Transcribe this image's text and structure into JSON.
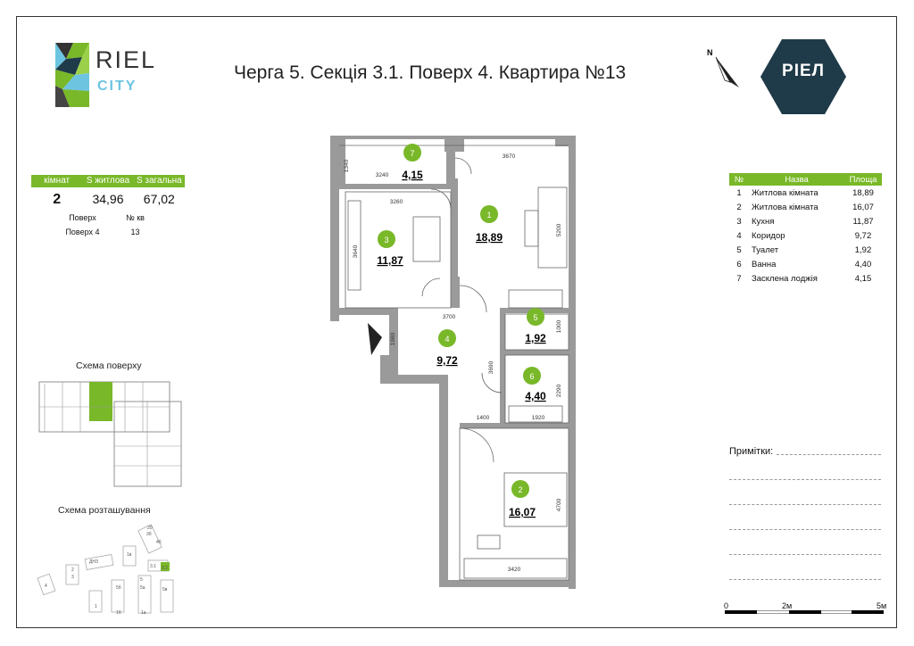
{
  "title": "Черга 5. Секція 3.1. Поверх 4. Квартира №13",
  "logo_left": {
    "line1": "RIEL",
    "line2": "CITY"
  },
  "logo_right": {
    "text": "РІЕЛ"
  },
  "compass": {
    "label": "N"
  },
  "summary": {
    "headers": [
      "кімнат",
      "S житлова",
      "S загальна"
    ],
    "values": [
      "2",
      "34,96",
      "67,02"
    ],
    "sub_headers": [
      "Поверх",
      "№ кв"
    ],
    "sub_values": [
      "Поверх 4",
      "13"
    ]
  },
  "rooms_table": {
    "headers": [
      "№",
      "Назва",
      "Площа"
    ],
    "rows": [
      [
        "1",
        "Житлова кімната",
        "18,89"
      ],
      [
        "2",
        "Житлова кімната",
        "16,07"
      ],
      [
        "3",
        "Кухня",
        "11,87"
      ],
      [
        "4",
        "Коридор",
        "9,72"
      ],
      [
        "5",
        "Туалет",
        "1,92"
      ],
      [
        "6",
        "Ванна",
        "4,40"
      ],
      [
        "7",
        "Засклена лоджія",
        "4,15"
      ]
    ]
  },
  "plan": {
    "rooms": [
      {
        "num": "1",
        "area": "18,89"
      },
      {
        "num": "2",
        "area": "16,07"
      },
      {
        "num": "3",
        "area": "11,87"
      },
      {
        "num": "4",
        "area": "9,72"
      },
      {
        "num": "5",
        "area": "1,92"
      },
      {
        "num": "6",
        "area": "4,40"
      },
      {
        "num": "7",
        "area": "4,15"
      }
    ],
    "dimensions": [
      "1340",
      "3240",
      "3670",
      "3260",
      "5200",
      "3640",
      "3700",
      "1980",
      "1000",
      "3690",
      "2290",
      "1400",
      "1920",
      "4700",
      "3420"
    ]
  },
  "floor_scheme_label": "Схема поверху",
  "site_scheme_label": "Схема розташування",
  "site_labels": [
    "20",
    "3б",
    "4б",
    "5",
    "5а",
    "1",
    "1б",
    "1а",
    "2",
    "3",
    "4",
    "ДНЗ",
    "1в",
    "5б",
    "5в",
    "3.1",
    "3.2"
  ],
  "notes_label": "Примітки:",
  "scale": {
    "labels": [
      "0",
      "2м",
      "5м"
    ]
  },
  "colors": {
    "accent": "#79b829",
    "wall": "#888888",
    "logo_dark": "#1f3a48",
    "logo_blue": "#6cc4e0"
  }
}
